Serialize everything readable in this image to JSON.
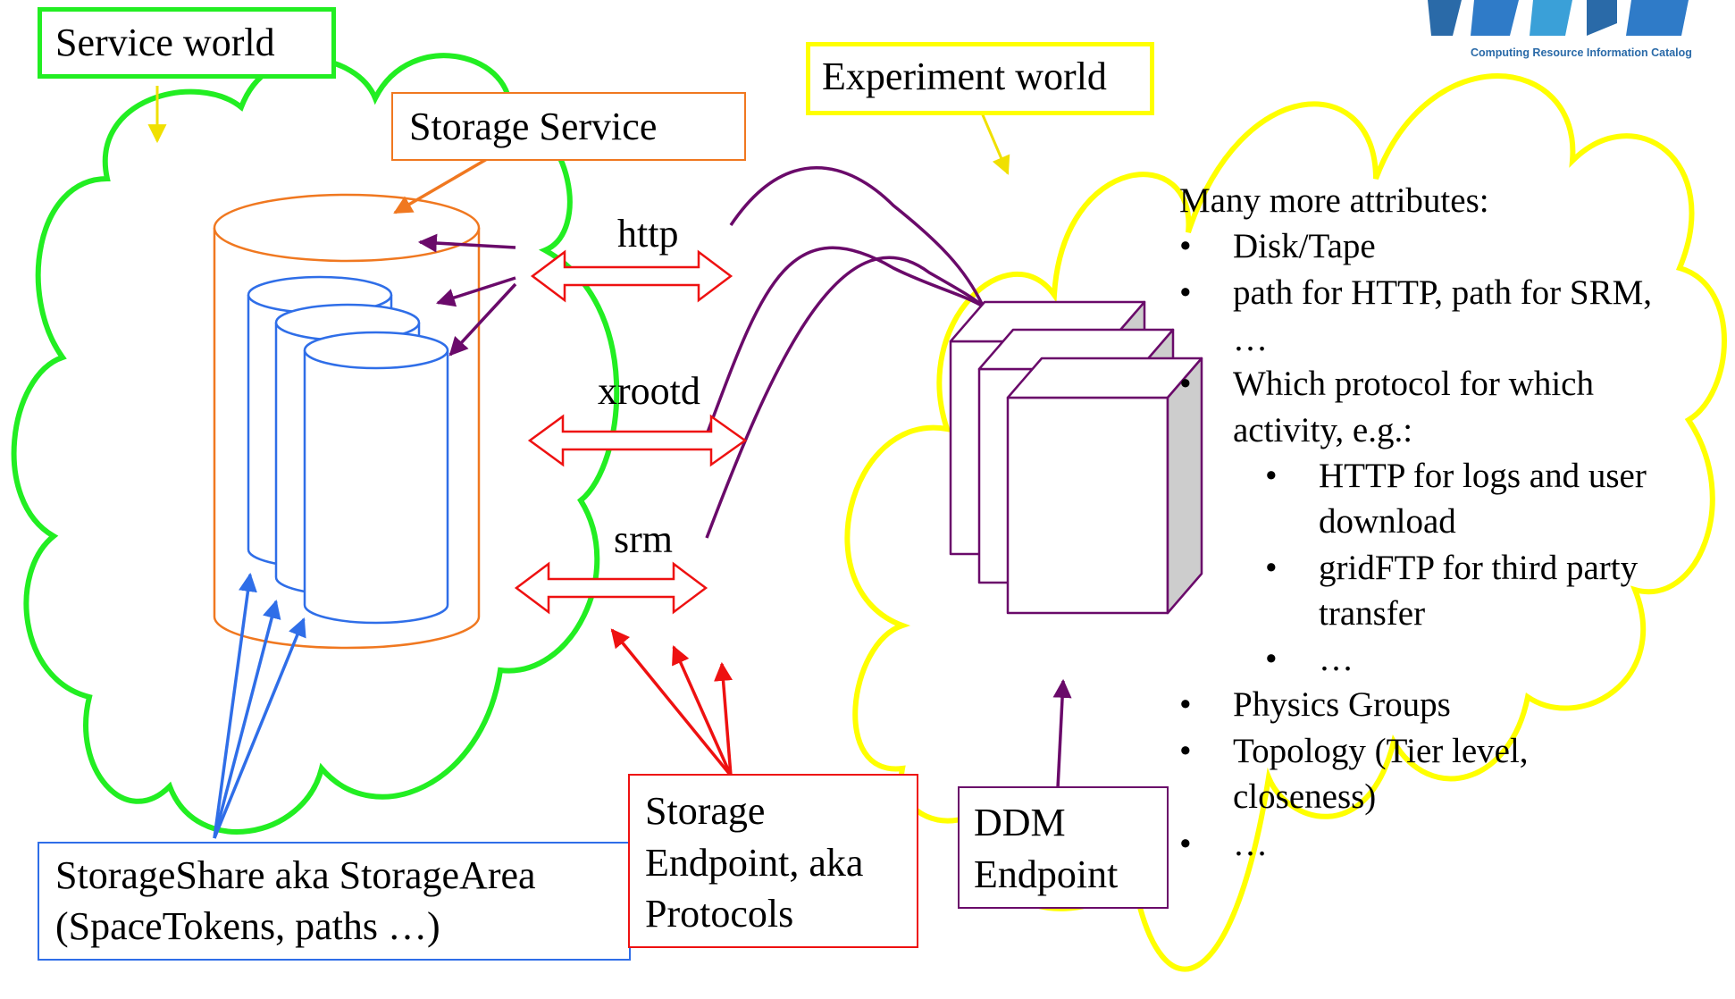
{
  "labels": {
    "service_world": "Service world",
    "experiment_world": "Experiment world",
    "storage_service": "Storage Service",
    "protocol_http": "http",
    "protocol_xrootd": "xrootd",
    "protocol_srm": "srm",
    "storage_share_line1": "StorageShare aka StorageArea",
    "storage_share_line2": "(SpaceTokens, paths …)",
    "storage_endpoint_line1": "Storage",
    "storage_endpoint_line2": "Endpoint, aka",
    "storage_endpoint_line3": "Protocols",
    "ddm_line1": "DDM",
    "ddm_line2": "Endpoint"
  },
  "logo": {
    "subtitle": "Computing Resource Information Catalog"
  },
  "attributes": {
    "heading": "Many more attributes:",
    "bullet": "•",
    "items": {
      "disk_tape": "Disk/Tape",
      "path_line1": "path for HTTP, path for SRM,",
      "path_line2": "…",
      "protocol_line1": "Which protocol for which",
      "protocol_line2": "activity, e.g.:",
      "http_line1": "HTTP for logs and user",
      "http_line2": "download",
      "gridftp_line1": "gridFTP for third party",
      "gridftp_line2": "transfer",
      "ellipsis_sub": "…",
      "physics_groups": "Physics Groups",
      "topology_line1": "Topology (Tier level,",
      "topology_line2": "closeness)",
      "ellipsis_end": "…"
    }
  },
  "colors": {
    "service_green": "#22ee22",
    "experiment_yellow": "#ffff00",
    "storage_orange": "#f07820",
    "share_blue": "#2f6ee8",
    "endpoint_red": "#ee1111",
    "ddm_purple": "#6a0a6a"
  }
}
